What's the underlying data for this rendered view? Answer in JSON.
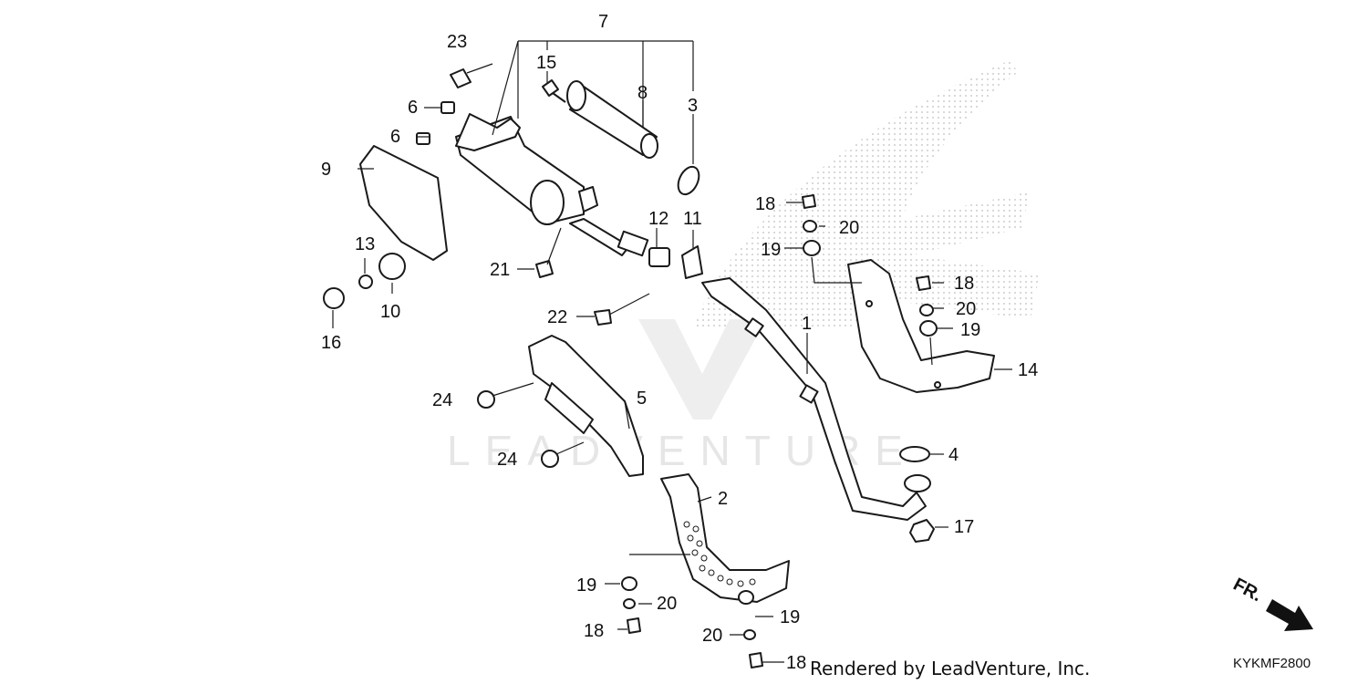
{
  "watermark": "LEADVENTURE",
  "footer": {
    "rendered_by": "Rendered by LeadVenture, Inc.",
    "code": "KYKMF2800"
  },
  "direction": {
    "label": "FR."
  },
  "callouts": {
    "c1": "1",
    "c2": "2",
    "c3": "3",
    "c4": "4",
    "c5": "5",
    "c6a": "6",
    "c6b": "6",
    "c7": "7",
    "c8": "8",
    "c9": "9",
    "c10": "10",
    "c11": "11",
    "c12": "12",
    "c13": "13",
    "c14": "14",
    "c15": "15",
    "c16": "16",
    "c17": "17",
    "c18a": "18",
    "c18b": "18",
    "c18c": "18",
    "c18d": "18",
    "c19a": "19",
    "c19b": "19",
    "c19c": "19",
    "c19d": "19",
    "c20a": "20",
    "c20b": "20",
    "c20c": "20",
    "c20d": "20",
    "c21": "21",
    "c22": "22",
    "c23": "23",
    "c24a": "24",
    "c24b": "24"
  },
  "colors": {
    "ink": "#111111",
    "watermark": "#e6e6e6",
    "pattern": "#bdbdbd"
  }
}
